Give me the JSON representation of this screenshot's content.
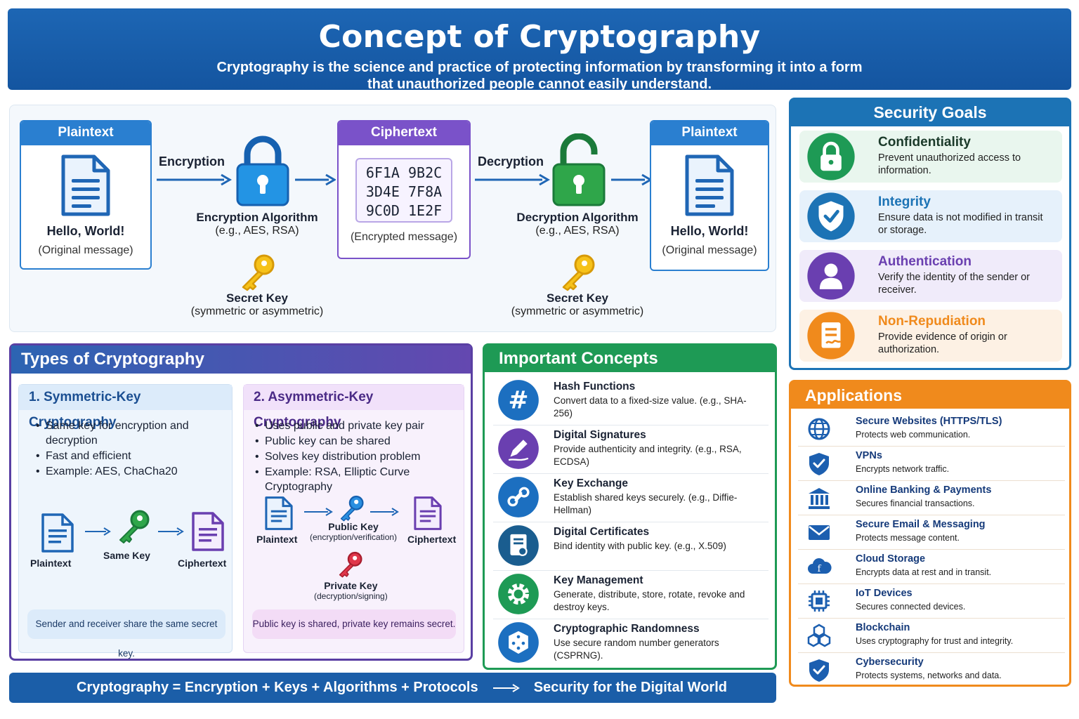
{
  "header": {
    "title": "Concept of Cryptography",
    "subtitle": "Cryptography is the science and practice of protecting information by transforming it into a form that unauthorized people cannot easily understand."
  },
  "flow": {
    "plaintext_title": "Plaintext",
    "plaintext_msg": "Hello, World!",
    "plaintext_sub": "(Original message)",
    "encryption_label": "Encryption",
    "enc_algo": "Encryption Algorithm",
    "enc_algo_sub": "(e.g., AES, RSA)",
    "secret_key": "Secret Key",
    "secret_key_sub": "(symmetric or asymmetric)",
    "ciphertext_title": "Ciphertext",
    "hex": [
      "6F1A 9B2C",
      "3D4E 7F8A",
      "9C0D 1E2F"
    ],
    "ciphertext_sub": "(Encrypted message)",
    "decryption_label": "Decryption",
    "dec_algo": "Decryption Algorithm",
    "dec_algo_sub": "(e.g., AES, RSA)",
    "plaintext2_title": "Plaintext",
    "plaintext2_msg": "Hello, World!",
    "plaintext2_sub": "(Original message)"
  },
  "security_goals": {
    "title": "Security Goals",
    "items": [
      {
        "title": "Confidentiality",
        "desc": "Prevent unauthorized access to information.",
        "color": "#1e9a55",
        "bg": "#e9f6ee",
        "icon": "lock-icon"
      },
      {
        "title": "Integrity",
        "desc": "Ensure data is not modified in transit or storage.",
        "color": "#1c73b5",
        "bg": "#e6f1fb",
        "icon": "shield-check-icon"
      },
      {
        "title": "Authentication",
        "desc": "Verify the identity of the sender or receiver.",
        "color": "#6a3fb0",
        "bg": "#f0ebfa",
        "icon": "user-icon"
      },
      {
        "title": "Non-Repudiation",
        "desc": "Provide evidence of origin or authorization.",
        "color": "#f08a1c",
        "bg": "#fdf1e4",
        "icon": "signed-document-icon"
      }
    ]
  },
  "types": {
    "title": "Types of Cryptography",
    "symmetric": {
      "title": "1. Symmetric-Key Cryptography",
      "bullets": [
        "Same key for encryption and decryption",
        "Fast and efficient",
        "Example: AES, ChaCha20"
      ],
      "plaintext": "Plaintext",
      "key": "Same Key",
      "ciphertext": "Ciphertext",
      "note": "Sender and receiver share the same secret key."
    },
    "asymmetric": {
      "title": "2. Asymmetric-Key Cryptography",
      "bullets": [
        "Uses public and private key pair",
        "Public key can be shared",
        "Solves key distribution problem",
        "Example: RSA, Elliptic Curve Cryptography"
      ],
      "plaintext": "Plaintext",
      "public_key": "Public Key",
      "public_key_sub": "(encryption/verification)",
      "ciphertext": "Ciphertext",
      "private_key": "Private Key",
      "private_key_sub": "(decryption/signing)",
      "note": "Public key is shared, private key remains secret."
    }
  },
  "concepts": {
    "title": "Important Concepts",
    "items": [
      {
        "title": "Hash Functions",
        "desc": "Convert data to a fixed-size value. (e.g., SHA-256)",
        "color": "#1c6fc0",
        "icon": "hash-icon"
      },
      {
        "title": "Digital Signatures",
        "desc": "Provide authenticity and integrity. (e.g., RSA, ECDSA)",
        "color": "#6a3fb0",
        "icon": "pen-icon"
      },
      {
        "title": "Key Exchange",
        "desc": "Establish shared keys securely. (e.g., Diffie-Hellman)",
        "color": "#1c6fc0",
        "icon": "key-exchange-icon"
      },
      {
        "title": "Digital Certificates",
        "desc": "Bind identity with public key. (e.g., X.509)",
        "color": "#1a5d8f",
        "icon": "certificate-icon"
      },
      {
        "title": "Key Management",
        "desc": "Generate, distribute, store, rotate, revoke and destroy keys.",
        "color": "#1e9a55",
        "icon": "gear-icon"
      },
      {
        "title": "Cryptographic Randomness",
        "desc": "Use secure random number generators (CSPRNG).",
        "color": "#1c6fc0",
        "icon": "dice-icon"
      }
    ]
  },
  "applications": {
    "title": "Applications",
    "items": [
      {
        "title": "Secure Websites (HTTPS/TLS)",
        "desc": "Protects web communication.",
        "icon": "globe-icon"
      },
      {
        "title": "VPNs",
        "desc": "Encrypts network traffic.",
        "icon": "shield-check-icon"
      },
      {
        "title": "Online Banking & Payments",
        "desc": "Secures financial transactions.",
        "icon": "bank-icon"
      },
      {
        "title": "Secure Email & Messaging",
        "desc": "Protects message content.",
        "icon": "envelope-icon"
      },
      {
        "title": "Cloud Storage",
        "desc": "Encrypts data at rest and in transit.",
        "icon": "cloud-icon"
      },
      {
        "title": "IoT Devices",
        "desc": "Secures connected devices.",
        "icon": "chip-icon"
      },
      {
        "title": "Blockchain",
        "desc": "Uses cryptography for trust and integrity.",
        "icon": "blocks-icon"
      },
      {
        "title": "Cybersecurity",
        "desc": "Protects systems, networks and data.",
        "icon": "shield-check-icon"
      }
    ]
  },
  "footer": {
    "eq": "Cryptography = Encryption + Keys + Algorithms + Protocols",
    "result": "Security for the Digital World"
  }
}
